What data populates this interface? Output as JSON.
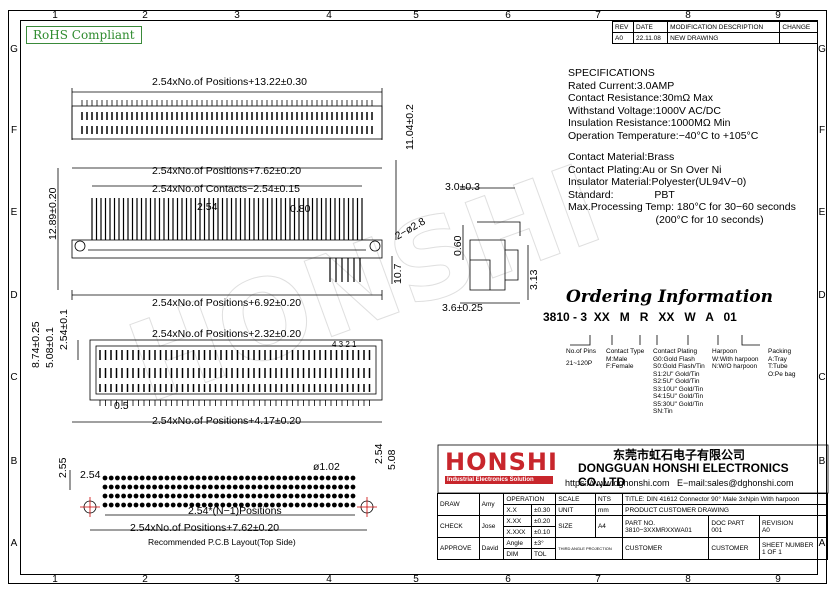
{
  "rohs": "RoHS Compliant",
  "grid": {
    "cols": [
      "1",
      "2",
      "3",
      "4",
      "5",
      "6",
      "7",
      "8",
      "9"
    ],
    "rows": [
      "G",
      "F",
      "E",
      "D",
      "C",
      "B",
      "A"
    ]
  },
  "revision": {
    "headers": [
      "REV",
      "DATE",
      "MODIFICATION DESCRIPTION",
      "CHANGE"
    ],
    "row": [
      "A0",
      "22.11.08",
      "NEW DRAWING",
      ""
    ]
  },
  "dims": {
    "top_len": "2.54xNo.of Positions+13.22±0.30",
    "side_h": "11.04±0.2",
    "len1": "2.54xNo.of Positions+7.62±0.20",
    "len2": "2.54xNo.of Contacts−2.54±0.15",
    "pitch": "2.54",
    "pin": "0.80",
    "hole": "2−ø2.8",
    "height": "12.89±0.20",
    "h2": "10.7",
    "len3": "2.54xNo.of Positions+6.92±0.20",
    "v1": "8.74±0.25",
    "v2": "5.08±0.1",
    "v3": "2.54±0.1",
    "len4": "2.54xNo.of Positions+2.32±0.20",
    "rownums": "4 3 2 1",
    "d05": "0.5",
    "len5": "2.54xNo.of Positions+4.17±0.20",
    "s30": "3.0±0.3",
    "s060": "0.60",
    "s313": "3.13",
    "s36": "3.6±0.25",
    "p255": "2.55",
    "p254a": "2.54",
    "p102": "ø1.02",
    "p254b": "2.54",
    "p508": "5.08",
    "pn1": "2.54*(N−1)Positions",
    "pn2": "2.54xNo.of Positions+7.62±0.20",
    "pcb_caption": "Recommended P.C.B Layout(Top Side)"
  },
  "specs": {
    "title": "SPECIFICATIONS",
    "lines": [
      "Rated Current:3.0AMP",
      "Contact Resistance:30mΩ Max",
      "Withstand Voltage:1000V AC/DC",
      "Insulation Resistance:1000MΩ Min",
      "Operation Temperature:−40°C to +105°C"
    ],
    "lines2": [
      "Contact Material:Brass",
      "Contact Plating:Au or Sn Over Ni",
      "Insulator Material:Polyester(UL94V−0)",
      "Standard:              PBT",
      "Max.Processing Temp: 180°C for 30−60 seconds",
      "                              (200°C for 10 seconds)"
    ]
  },
  "ordering": {
    "title": "Ordering Information",
    "code": "3810 - 3  XX   M   R   XX   W   A   01",
    "pins": [
      "No.of Pins",
      "21~120P"
    ],
    "ctype": [
      "Contact Type",
      "M:Male",
      "F:Female"
    ],
    "plating": [
      "Contact  Plating",
      "G0:Gold Flash",
      "S0:Gold Flash/Tin",
      "S1:2U\" Gold/Tin",
      "S2:5U\" Gold/Tin",
      "S3:10U\" Gold/Tin",
      "S4:15U\" Gold/Tin",
      "S5:30U\" Gold/Tin",
      "SN:Tin"
    ],
    "harpoon": [
      "Harpoon",
      "W:With harpoon",
      "N:W/O harpoon"
    ],
    "packing": [
      "Packing",
      "A:Tray",
      "T:Tube",
      "O:Pe bag"
    ]
  },
  "company": {
    "logo": "HONSHI",
    "tagline": "Industrial Electronics Solution",
    "cn": "东莞市虹石电子有限公司",
    "en": "DONGGUAN HONSHI ELECTRONICS CO.,LTD",
    "web": "https://www.dghonshi.com",
    "email": "E−mail:sales@dghonshi.com"
  },
  "titleblock": {
    "draw": "DRAW",
    "draw_v": "Amy",
    "check": "CHECK",
    "check_v": "Jose",
    "approve": "APPROVE",
    "approve_v": "David",
    "operation": "OPERATION",
    "tol1": [
      "X.X",
      "±0.30"
    ],
    "tol2": [
      "X.XX",
      "±0.20"
    ],
    "tol3": [
      "X.XXX",
      "±0.10"
    ],
    "tol4": [
      "Angle",
      "±3°"
    ],
    "dim": "DIM",
    "tol": "TOL",
    "scale": "SCALE",
    "nts": "NTS",
    "unit": "UNIT",
    "mm": "mm",
    "size": "SIZE",
    "a4": "A4",
    "proj": "THIRD ANGLE PROJECTION",
    "title_l": "TITLE:",
    "title_v": "DIN 41612 Connector 90° Male 3xNpin With harpoon",
    "pcd": "PRODUCT CUSTOMER DRAWING",
    "partno": "PART NO.",
    "partno_v": "3810−3XXMRXXWA01",
    "docpart": "DOC PART",
    "docpart_v": "001",
    "revision": "REVISION",
    "revision_v": "A0",
    "customer": "CUSTOMER",
    "customer2": "CUSTOMER",
    "sheet": "SHEET NUMBER",
    "sheet_v": "1 OF 1"
  }
}
